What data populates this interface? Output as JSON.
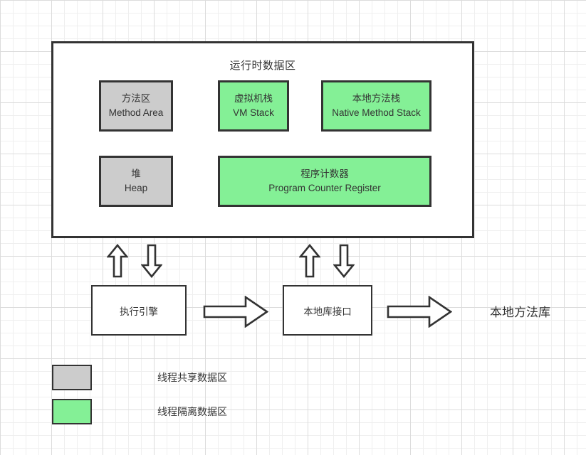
{
  "diagram": {
    "title": "运行时数据区",
    "colors": {
      "shared_fill": "#cccccc",
      "isolated_fill": "#84f096",
      "stroke": "#333333",
      "background": "#ffffff",
      "grid_minor": "#efefef",
      "grid_major": "#dcdcdc"
    }
  },
  "memory_regions": [
    {
      "id": "method-area",
      "cn": "方法区",
      "en": "Method Area",
      "category": "shared"
    },
    {
      "id": "vm-stack",
      "cn": "虚拟机栈",
      "en": "VM Stack",
      "category": "isolated"
    },
    {
      "id": "native-method-stack",
      "cn": "本地方法栈",
      "en": "Native Method Stack",
      "category": "isolated"
    },
    {
      "id": "heap",
      "cn": "堆",
      "en": "Heap",
      "category": "shared"
    },
    {
      "id": "pc-register",
      "cn": "程序计数器",
      "en": "Program Counter Register",
      "category": "isolated"
    }
  ],
  "bottom_blocks": [
    {
      "id": "execution-engine",
      "label": "执行引擎"
    },
    {
      "id": "native-interface",
      "label": "本地库接口"
    },
    {
      "id": "native-method-library",
      "label": "本地方法库"
    }
  ],
  "arrows": [
    {
      "id": "up-left",
      "direction": "up",
      "icon": "arrow-up-outline-icon"
    },
    {
      "id": "down-left",
      "direction": "down",
      "icon": "arrow-down-outline-icon"
    },
    {
      "id": "up-right",
      "direction": "up",
      "icon": "arrow-up-outline-icon"
    },
    {
      "id": "down-right",
      "direction": "down",
      "icon": "arrow-down-outline-icon"
    },
    {
      "id": "right-1",
      "direction": "right",
      "icon": "arrow-right-outline-icon"
    },
    {
      "id": "right-2",
      "direction": "right",
      "icon": "arrow-right-outline-icon"
    }
  ],
  "legend": [
    {
      "id": "shared",
      "swatch": "#cccccc",
      "label": "线程共享数据区"
    },
    {
      "id": "isolated",
      "swatch": "#84f096",
      "label": "线程隔离数据区"
    }
  ]
}
